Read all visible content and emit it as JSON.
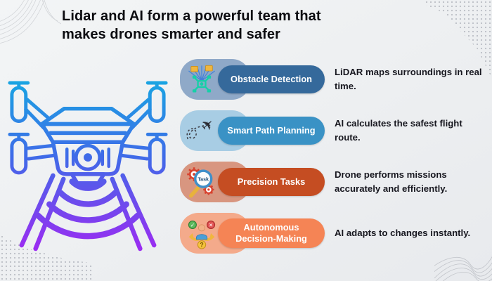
{
  "title": "Lidar and AI form a powerful team that makes drones smarter and safer",
  "features": [
    {
      "label": "Obstacle Detection",
      "description": "LiDAR maps surroundings in real time.",
      "icon": "lidar-scan-drone-icon",
      "pill_color": "#35699b",
      "capsule_color": "#8fa9c8"
    },
    {
      "label": "Smart Path Planning",
      "description": "AI calculates the safest flight route.",
      "icon": "flight-path-plane-icon",
      "pill_color": "#3a92c5",
      "capsule_color": "#a8cde4"
    },
    {
      "label": "Precision Tasks",
      "description": "Drone performs missions accurately and efficiently.",
      "icon": "task-magnifier-gears-icon",
      "pill_color": "#c54d22",
      "capsule_color": "#d89680"
    },
    {
      "label": "Autonomous Decision-Making",
      "description": "AI adapts to changes instantly.",
      "icon": "decision-person-arrows-icon",
      "pill_color": "#f58455",
      "capsule_color": "#f4aa8b"
    }
  ],
  "icon_text": {
    "task_label": "Task",
    "plane_glyph": "✈",
    "check_glyph": "✓",
    "cross_glyph": "✕",
    "question_glyph": "?"
  },
  "illustration": {
    "name": "drone-with-lidar-waves",
    "gradient_top": "#17a7e2",
    "gradient_mid": "#3f6be8",
    "gradient_bottom": "#9e2af2"
  }
}
